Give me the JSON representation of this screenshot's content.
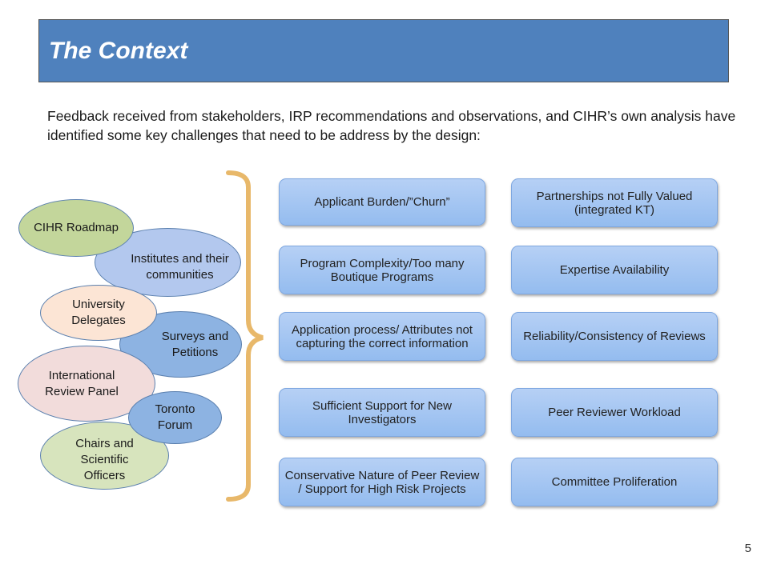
{
  "title": "The Context",
  "intro": "Feedback received from stakeholders, IRP recommendations and observations, and CIHR’s own analysis have identified some key challenges that need to be address by the design:",
  "sources": [
    {
      "id": "cihr-roadmap",
      "label": "CIHR Roadmap",
      "color": "#c3d69b"
    },
    {
      "id": "institutes",
      "label": "Institutes and their communities",
      "color": "#b3c8ee"
    },
    {
      "id": "university-delegates",
      "label": "University Delegates",
      "color": "#fce5d5"
    },
    {
      "id": "surveys",
      "label": "Surveys and Petitions",
      "color": "#8db3e2"
    },
    {
      "id": "international-review-panel",
      "label": "International Review Panel",
      "color": "#f2dcdb"
    },
    {
      "id": "toronto-forum",
      "label": "Toronto Forum",
      "color": "#8db3e2"
    },
    {
      "id": "chairs",
      "label": "Chairs and Scientific Officers",
      "color": "#d7e4bd"
    }
  ],
  "challenges_left": [
    "Applicant Burden/”Churn”",
    "Program Complexity/Too many Boutique Programs",
    "Application process/ Attributes not capturing the correct information",
    "Sufficient Support for New Investigators",
    "Conservative Nature of Peer Review / Support for High Risk Projects"
  ],
  "challenges_right": [
    "Partnerships not Fully Valued (integrated KT)",
    "Expertise Availability",
    "Reliability/Consistency of Reviews",
    "Peer Reviewer Workload",
    "Committee Proliferation"
  ],
  "brace_color": "#e8b86a",
  "page_number": "5"
}
